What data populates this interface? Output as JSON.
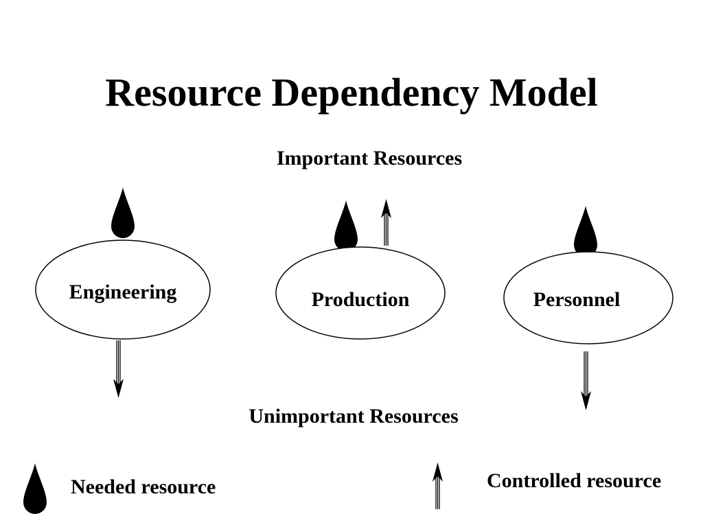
{
  "title": "Resource Dependency Model",
  "important_label": "Important Resources",
  "unimportant_label": "Unimportant Resources",
  "departments": [
    {
      "name": "Engineering",
      "needed_resource": true,
      "controlled_resource": "unimportant"
    },
    {
      "name": "Production",
      "needed_resource": true,
      "controlled_resource": "important"
    },
    {
      "name": "Personnel",
      "needed_resource": true,
      "controlled_resource": "unimportant"
    }
  ],
  "legend": {
    "needed": {
      "label": "Needed resource",
      "icon": "drop-icon"
    },
    "controlled": {
      "label": "Controlled resource",
      "icon": "arrow-up-icon"
    }
  },
  "colors": {
    "ink": "#000000",
    "background": "#ffffff"
  }
}
